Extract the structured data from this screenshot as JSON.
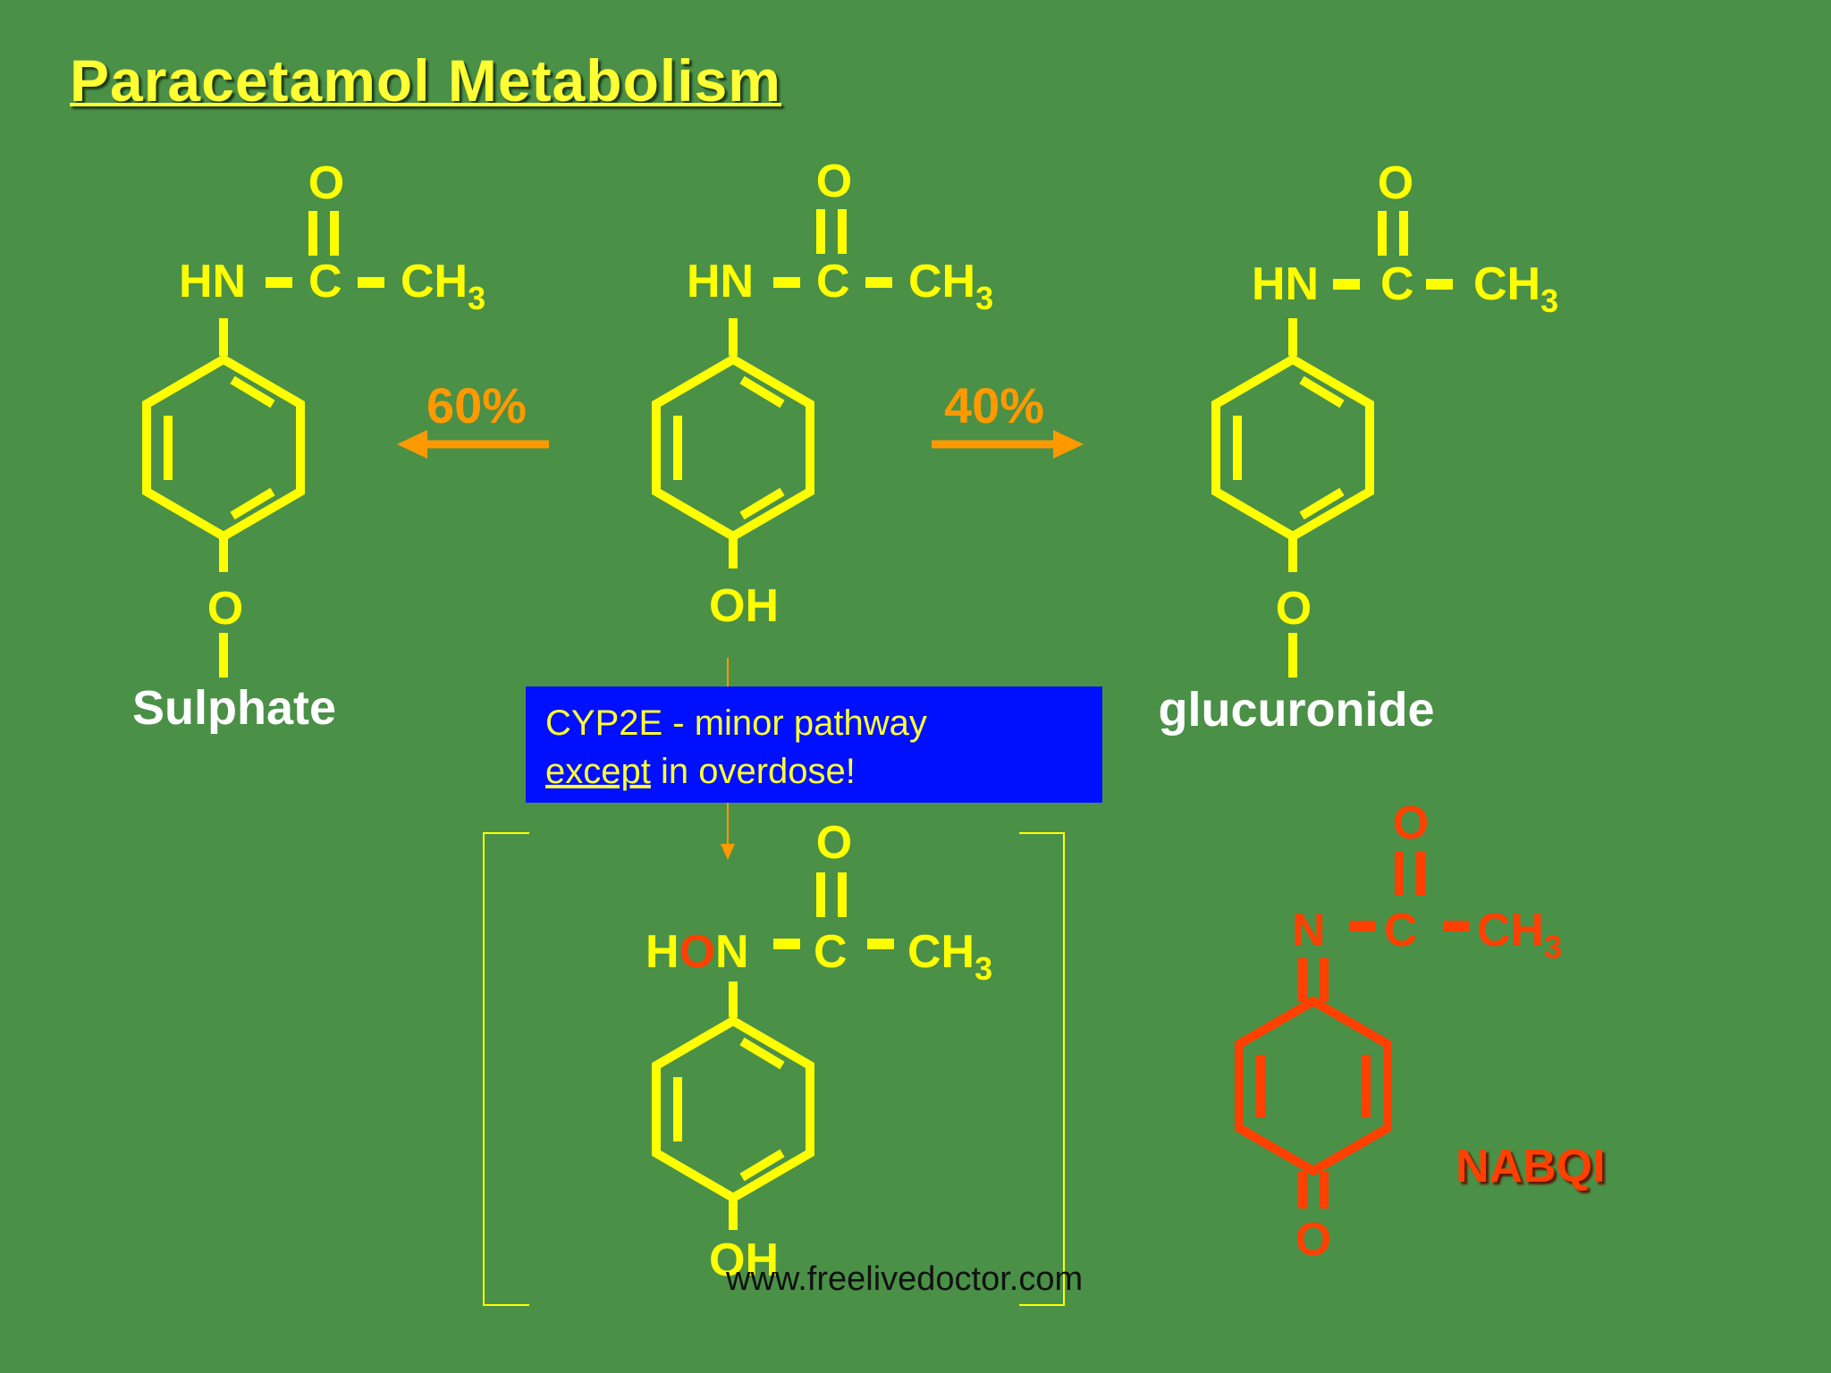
{
  "title": "Paracetamol Metabolism",
  "atoms": {
    "O": "O",
    "HN": "HN",
    "H": "H",
    "N": "N",
    "C": "C",
    "CH": "CH",
    "sub3": "3",
    "OH": "OH"
  },
  "sulphate": {
    "label": "Sulphate",
    "percent": "60%"
  },
  "glucuronide": {
    "label": "glucuronide",
    "percent": "40%"
  },
  "note": {
    "line1": "CYP2E - minor pathway",
    "line2_emph": "except",
    "line2_rest": " in overdose!"
  },
  "nabqi": {
    "label": "NABQI"
  },
  "footer": "www.freelivedoctor.com",
  "colors": {
    "background": "#4a9047",
    "structure": "#ffff00",
    "arrow": "#ff9900",
    "toxic": "#ff4000",
    "note_box": "#0010ff"
  }
}
